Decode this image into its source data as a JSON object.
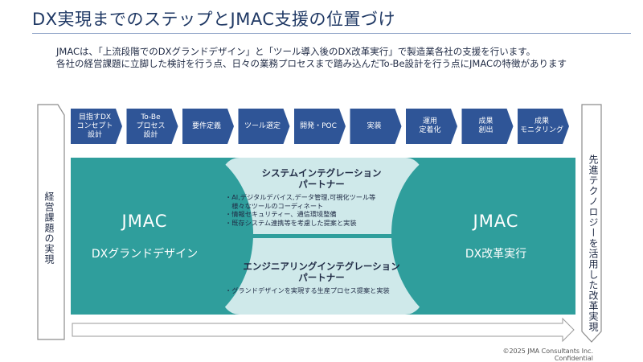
{
  "title": "DX実現までのステップとJMAC支援の位置づけ",
  "intro": [
    "JMACは、「上流段階でのDXグランドデザイン」と「ツール導入後のDX改革実行」で製造業各社の支援を行います。",
    "各社の経営課題に立脚した検討を行う点、日々の業務プロセスまで踏み込んだTo-Be設計を行う点にJMACの特徴があります"
  ],
  "left_label": "経営課題の実現",
  "right_label": "先進テクノロジーを活用した改革実現",
  "steps": [
    "目指すDX\nコンセプト\n設計",
    "To-Be\nプロセス\n設計",
    "要件定義",
    "ツール選定",
    "開発・POC",
    "実装",
    "運用\n定着化",
    "成果\n創出",
    "成果\nモニタリング"
  ],
  "jmac_left": {
    "title": "JMAC",
    "subtitle": "DXグランドデザイン"
  },
  "jmac_right": {
    "title": "JMAC",
    "subtitle": "DX改革実行"
  },
  "system_partner": {
    "title": "システムインテグレーション\nパートナー",
    "bullets": [
      "・AI,デジタルデバイス,データ管理,可視化ツール等",
      "　様々なツールのコーディネート",
      "・情報セキュリティー、通信環境整備",
      "・既存システム連携等を考慮した提案と実装"
    ]
  },
  "engineering_partner": {
    "title": "エンジニアリングインテグレーション\nパートナー",
    "bullets": [
      "・グランドデザインを実現する生産プロセス提案と実装"
    ]
  },
  "footer": {
    "copyright": "©2025 JMA Consultants Inc.",
    "confidential": "Confidential"
  },
  "colors": {
    "step_fill": "#2f5597",
    "teal": "#2f9e9c",
    "teal_light": "#cfe9ea",
    "title": "#1f3864"
  }
}
